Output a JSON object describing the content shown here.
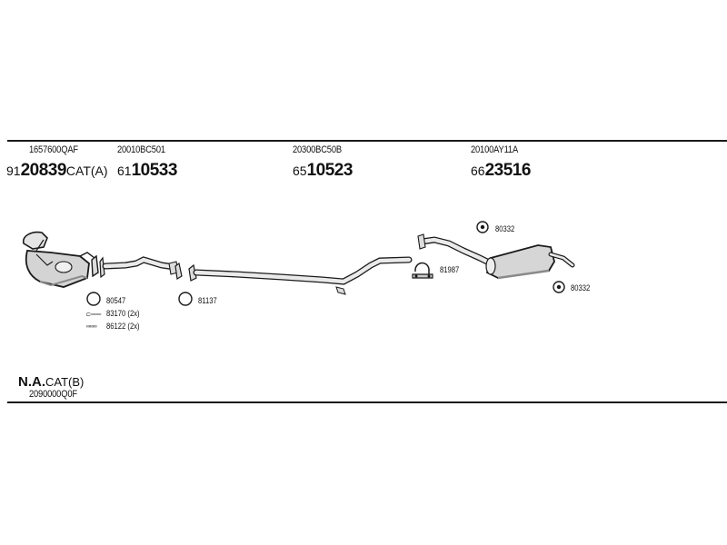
{
  "assemblies": [
    {
      "part_no": "1657600QAF",
      "code_prefix": "91",
      "code_main": "20839",
      "code_suffix": "CAT(A)"
    },
    {
      "part_no": "20010BC501",
      "code_prefix": "61",
      "code_main": "10533",
      "code_suffix": ""
    },
    {
      "part_no": "20300BC50B",
      "code_prefix": "65",
      "code_main": "10523",
      "code_suffix": ""
    },
    {
      "part_no": "20100AY11A",
      "code_prefix": "66",
      "code_main": "23516",
      "code_suffix": ""
    }
  ],
  "hardware": {
    "gasket_1": "80547",
    "bolt_qty": "83170 (2x)",
    "spring_qty": "86122 (2x)",
    "gasket_2": "81137",
    "clamp": "81987",
    "hanger_1": "80332",
    "hanger_2": "80332"
  },
  "footer": {
    "na_bold": "N.A.",
    "na_suffix": "CAT(B)",
    "part_no": "2090000Q0F"
  },
  "colors": {
    "line": "#1a1a1a",
    "part_fill": "#d8d8d8",
    "shadow": "#8a8a8a"
  }
}
